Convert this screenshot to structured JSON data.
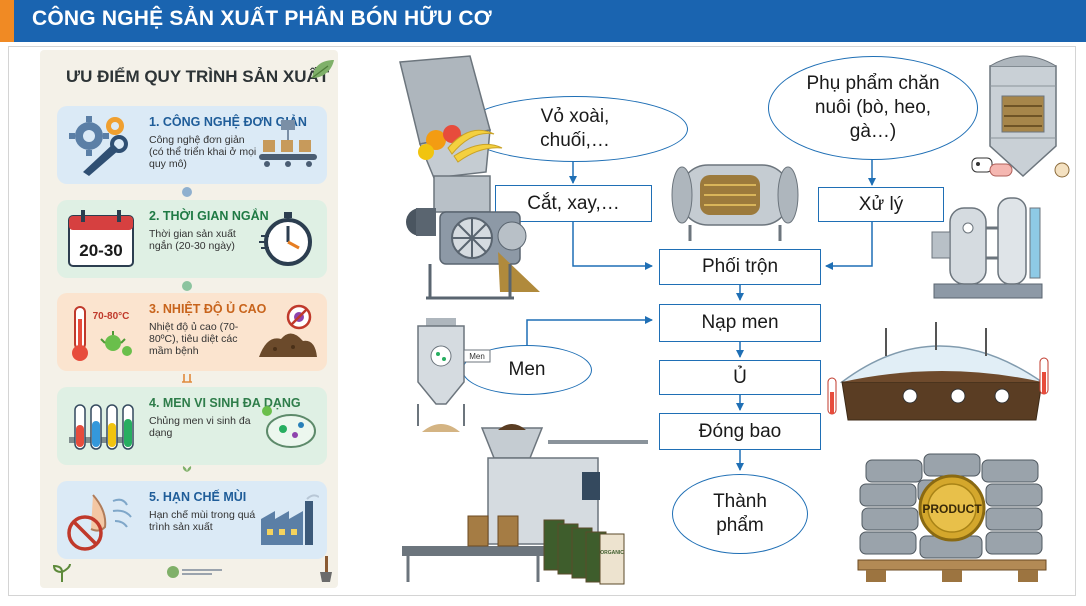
{
  "header": {
    "title": "CÔNG NGHỆ SẢN XUẤT PHÂN BÓN HỮU CƠ"
  },
  "panel": {
    "title": "ƯU ĐIỂM QUY TRÌNH SẢN XUẤT",
    "cards": [
      {
        "title": "1. CÔNG NGHỆ ĐƠN GIẢN",
        "desc": "Công nghệ đơn giản (có thể triển khai ở mọi quy mô)",
        "color": "#dbeaf6",
        "title_color": "#1f5d99"
      },
      {
        "title": "2. THỜI GIAN NGẮN",
        "desc": "Thời gian sản xuất ngắn (20-30 ngày)",
        "color": "#dff0e4",
        "title_color": "#1f7a44",
        "badge": "20-30"
      },
      {
        "title": "3. NHIỆT ĐỘ Ủ CAO",
        "desc": "Nhiệt độ ủ cao (70-80ºC), tiêu diệt các mầm bệnh",
        "color": "#fbe4cf",
        "title_color": "#c8641c",
        "badge": "70-80°C"
      },
      {
        "title": "4. MEN VI SINH ĐA DẠNG",
        "desc": "Chủng men vi sinh đa dạng",
        "color": "#dff0e4",
        "title_color": "#2e7d4a"
      },
      {
        "title": "5. HẠN CHẾ MÙI",
        "desc": "Hạn chế mùi trong quá trình sản xuất",
        "color": "#dbeaf6",
        "title_color": "#1f5d99"
      }
    ]
  },
  "diagram": {
    "input_left": "Vỏ xoài, chuối,…",
    "input_right": "Phụ phẩm chăn nuôi (bò, heo, gà…)",
    "step_cut": "Cắt, xay,…",
    "step_treat": "Xử lý",
    "step_mix": "Phối trộn",
    "step_yeast": "Nạp men",
    "yeast": "Men",
    "yeast_tag": "Men",
    "step_compost": "Ủ",
    "step_pack": "Đóng bao",
    "product": "Thành phẩm",
    "product_seal": "PRODUCT",
    "bag_label": "ORGANIC"
  },
  "colors": {
    "header": "#1a64b0",
    "accent": "#f08a24",
    "flow": "#1f6fb5"
  }
}
